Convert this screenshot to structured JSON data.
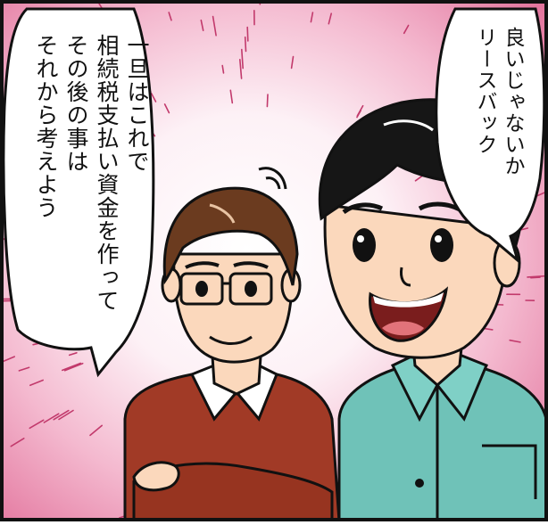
{
  "bubble_left": {
    "lines": [
      "一旦はこれで",
      "相続税支払い資金を作って",
      "その後の事は",
      "それから考えよう"
    ]
  },
  "bubble_right": {
    "lines": [
      "良いじゃないか",
      "リースバック"
    ]
  },
  "colors": {
    "background_center": "#ffffff",
    "background_edge": "#e06b96",
    "sweater": "#a13a26",
    "shirt_blue": "#6fc2b8",
    "hair_brown": "#6b3b1f",
    "hair_black": "#161616",
    "skin": "#fbd8bc"
  }
}
